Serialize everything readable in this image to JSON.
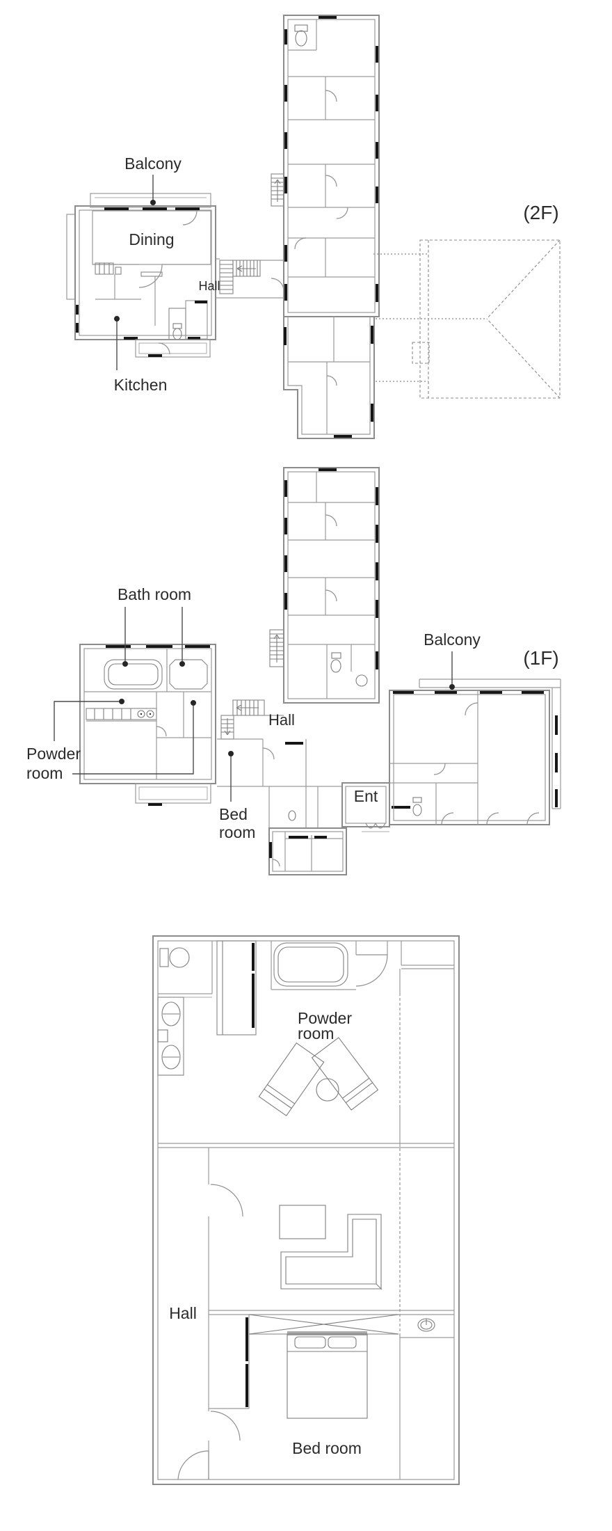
{
  "document": {
    "type": "architectural floor plans",
    "background": "#ffffff",
    "line_color": "#8b8b8b",
    "accent_color": "#161616",
    "text_color": "#2b2b2b"
  },
  "plan_2f": {
    "floor_tag": "(2F)",
    "balcony": "Balcony",
    "dining": "Dining",
    "hall": "Hall",
    "kitchen": "Kitchen"
  },
  "plan_1f": {
    "floor_tag": "(1F)",
    "bath_room": "Bath room",
    "balcony": "Balcony",
    "powder_line1": "Powder",
    "powder_line2": "room",
    "hall": "Hall",
    "bed_line1": "Bed",
    "bed_line2": "room",
    "ent": "Ent"
  },
  "plan_detail": {
    "powder_line1": "Powder",
    "powder_line2": "room",
    "hall": "Hall",
    "bed_room": "Bed room"
  }
}
